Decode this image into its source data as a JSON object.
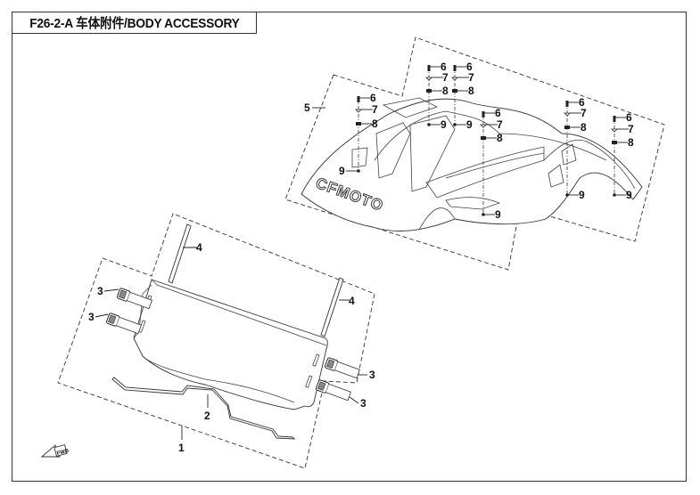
{
  "title": "F26-2-A  车体附件/BODY ACCESSORY",
  "callouts": {
    "p1": "1",
    "p2": "2",
    "p3": "3",
    "p4": "4",
    "p5": "5",
    "p6": "6",
    "p7": "7",
    "p8": "8",
    "p9": "9"
  },
  "logo_text": "CFMOTO",
  "direction_marker": "FWD",
  "colors": {
    "line": "#333333",
    "background": "#ffffff"
  }
}
